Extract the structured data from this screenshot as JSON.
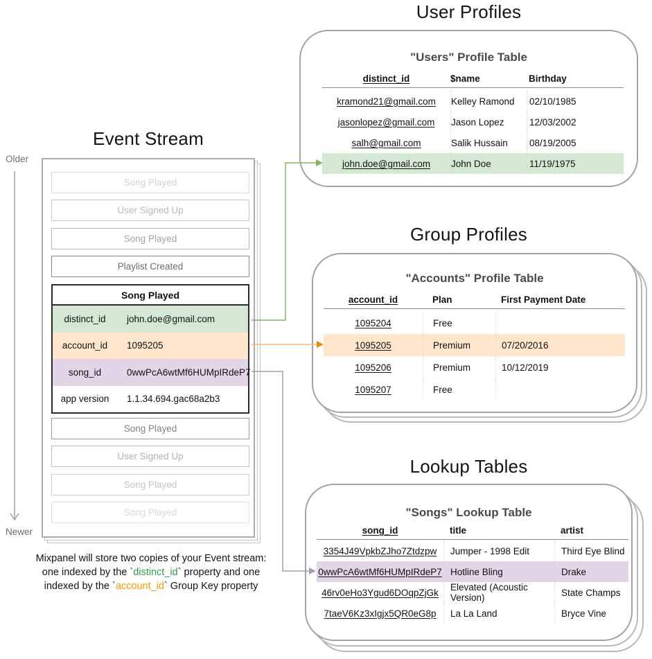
{
  "titles": {
    "event_stream": "Event Stream",
    "user_profiles": "User Profiles",
    "group_profiles": "Group Profiles",
    "lookup_tables": "Lookup Tables"
  },
  "timeline": {
    "older": "Older",
    "newer": "Newer"
  },
  "event_stream": {
    "faded_events_before": [
      "Song Played",
      "User Signed Up",
      "Song Played",
      "Playlist Created"
    ],
    "selected_event": {
      "name": "Song Played",
      "properties": [
        {
          "key": "distinct_id",
          "value": "john.doe@gmail.com",
          "color": "#d5e8d4"
        },
        {
          "key": "account_id",
          "value": "1095205",
          "color": "#ffe6cc"
        },
        {
          "key": "song_id",
          "value": "0wwPcA6wtMf6HUMpIRdeP7",
          "color": "#e1d5e7"
        },
        {
          "key": "app version",
          "value": "1.1.34.694.gac68a2b3",
          "color": "#ffffff"
        }
      ]
    },
    "faded_events_after": [
      "Song Played",
      "User Signed Up",
      "Song Played",
      "Song Played"
    ]
  },
  "users_table": {
    "title": "\"Users\" Profile Table",
    "columns": [
      "distinct_id",
      "$name",
      "Birthday"
    ],
    "rows": [
      [
        "kramond21@gmail.com",
        "Kelley Ramond",
        "02/10/1985"
      ],
      [
        "jasonlopez@gmail.com",
        "Jason Lopez",
        "12/03/2002"
      ],
      [
        "salh@gmail.com",
        "Salik Hussain",
        "08/19/2005"
      ],
      [
        "john.doe@gmail.com",
        "John Doe",
        "11/19/1975"
      ]
    ],
    "highlight_row_index": 3,
    "highlight_color": "#d5e8d4"
  },
  "accounts_table": {
    "title": "\"Accounts\" Profile Table",
    "columns": [
      "account_id",
      "Plan",
      "First Payment Date"
    ],
    "rows": [
      [
        "1095204",
        "Free",
        ""
      ],
      [
        "1095205",
        "Premium",
        "07/20/2016"
      ],
      [
        "1095206",
        "Premium",
        "10/12/2019"
      ],
      [
        "1095207",
        "Free",
        ""
      ]
    ],
    "highlight_row_index": 1,
    "highlight_color": "#ffe6cc"
  },
  "songs_table": {
    "title": "\"Songs\" Lookup Table",
    "columns": [
      "song_id",
      "title",
      "artist"
    ],
    "rows": [
      [
        "3354J49VpkbZJho7Ztdzpw",
        "Jumper - 1998 Edit",
        "Third Eye Blind"
      ],
      [
        "0wwPcA6wtMf6HUMpIRdeP7",
        "Hotline Bling",
        "Drake"
      ],
      [
        "46rv0eHo3Ygud6DOqpZjGk",
        "Elevated (Acoustic Version)",
        "State Champs"
      ],
      [
        "7taeV6Kz3xIgjx5QR0eG8p",
        "La La Land",
        "Bryce Vine"
      ]
    ],
    "highlight_row_index": 1,
    "highlight_color": "#e1d5e7"
  },
  "footnote": {
    "line1": "Mixpanel will store two copies of your Event stream:",
    "line2_a": "one indexed by the `",
    "line2_b": "distinct_id",
    "line2_c": "` property and one",
    "line3_a": "indexed by the `",
    "line3_b": "account_id",
    "line3_c": "` Group Key property"
  },
  "colors": {
    "green_fill": "#d5e8d4",
    "orange_fill": "#ffe6cc",
    "purple_fill": "#e1d5e7",
    "arrow_green": "#82b366",
    "arrow_orange_line": "#f0b879",
    "arrow_orange_head": "#ec870e",
    "arrow_purple": "#a79ab3",
    "timeline_gray": "#a0a0a0",
    "footnote_green": "#2f9e4f",
    "footnote_orange": "#ff9500"
  }
}
